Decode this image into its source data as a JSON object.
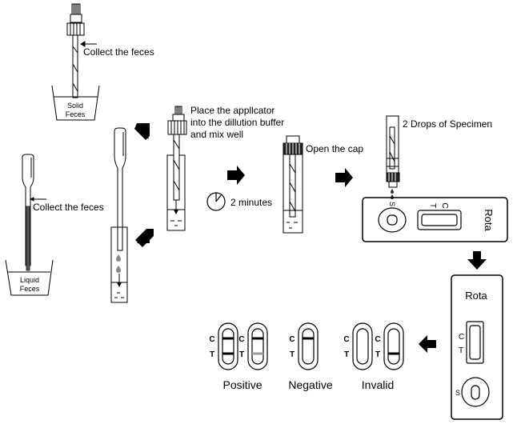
{
  "title": "Rota test procedure",
  "steps": {
    "solid_collect": "Collect the feces",
    "solid_container": [
      "Solid",
      "Feces"
    ],
    "liquid_collect": "Collect the feces",
    "liquid_container": [
      "Liquid",
      "Feces"
    ],
    "place_applicator": [
      "Place the appllcator",
      "into the dillution buffer",
      "and mix well"
    ],
    "timer": "2 minutes",
    "open_cap": "Open the cap",
    "drops": "2 Drops of Specimen"
  },
  "cassette": {
    "name": "Rota",
    "window_labels": {
      "t": "T",
      "c": "C"
    },
    "sample_label": "S"
  },
  "results": {
    "line_labels": {
      "c": "C",
      "t": "T"
    },
    "groups": [
      {
        "label": "Positive",
        "strips": [
          {
            "c": true,
            "t": "strong"
          },
          {
            "c": true,
            "t": "faint"
          }
        ]
      },
      {
        "label": "Negative",
        "strips": [
          {
            "c": true,
            "t": "none"
          }
        ]
      },
      {
        "label": "Invalid",
        "strips": [
          {
            "c": false,
            "t": "none"
          },
          {
            "c": false,
            "t": "strong"
          }
        ]
      }
    ]
  },
  "colors": {
    "ink": "#000000",
    "faint_line": "#9a9a9a",
    "drop": "#8a8a8a"
  }
}
